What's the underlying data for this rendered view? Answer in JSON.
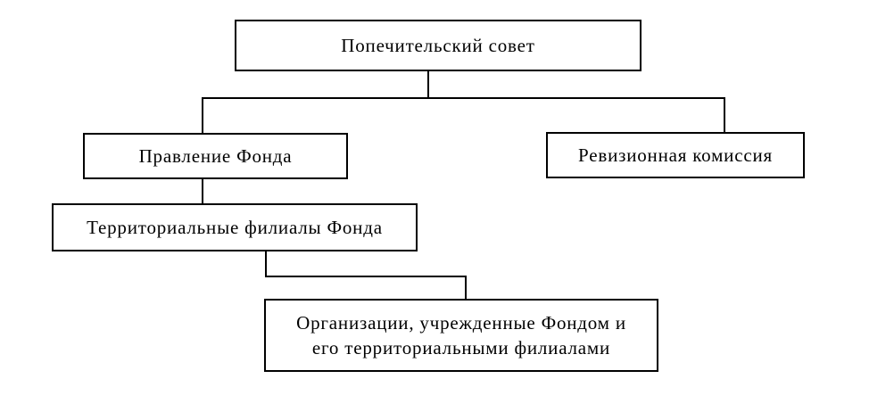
{
  "colors": {
    "background": "#ffffff",
    "box_border": "#000000",
    "box_fill": "#ffffff",
    "line": "#000000",
    "text": "#000000"
  },
  "org_chart": {
    "type": "org-hierarchy-diagram",
    "nodes": [
      {
        "id": "trustee-council",
        "level": 1,
        "label": "Попечительский совет"
      },
      {
        "id": "fund-board",
        "level": 2,
        "label": "Правление Фонда"
      },
      {
        "id": "audit-commission",
        "level": 2,
        "label": "Ревизионная комиссия"
      },
      {
        "id": "territorial-branches",
        "level": 3,
        "label": "Территориальные филиалы Фонда"
      },
      {
        "id": "founded-organizations",
        "level": 4,
        "label": "Организации, учрежденные Фондом и\nего территориальными филиалами"
      }
    ],
    "edges": [
      {
        "from": "trustee-council",
        "to": "fund-board"
      },
      {
        "from": "trustee-council",
        "to": "audit-commission"
      },
      {
        "from": "fund-board",
        "to": "territorial-branches"
      },
      {
        "from": "territorial-branches",
        "to": "founded-organizations"
      }
    ]
  }
}
